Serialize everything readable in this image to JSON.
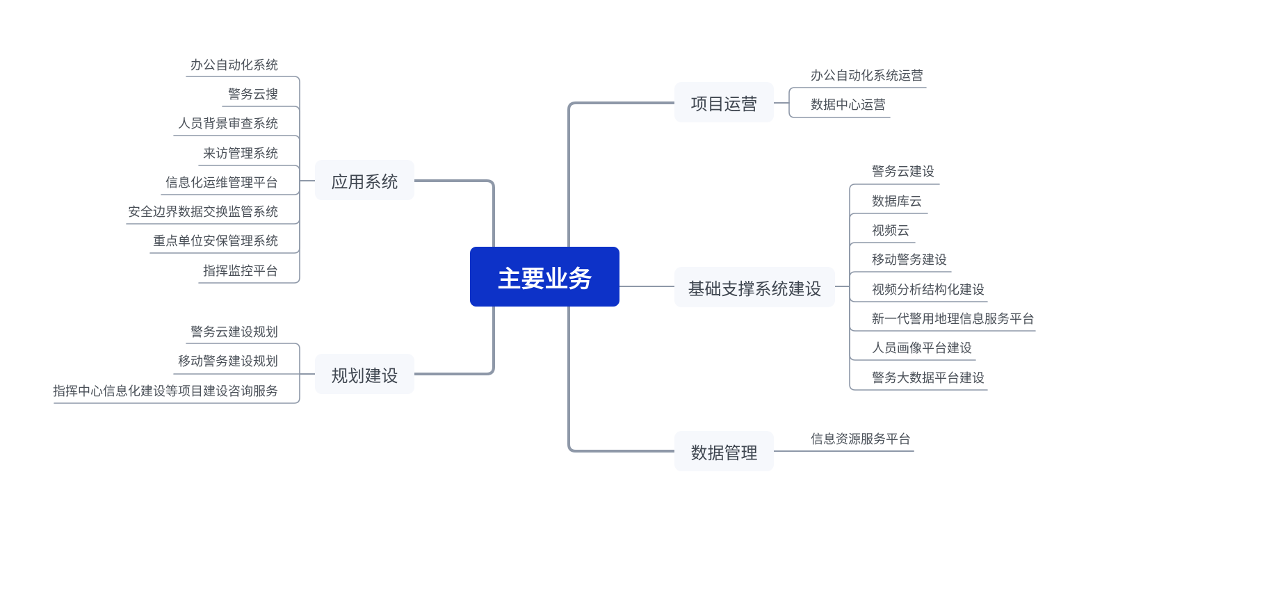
{
  "root": {
    "label": "主要业务"
  },
  "colors": {
    "root_fill": "#0d32c8",
    "topic_fill": "#f6f8fc",
    "line": "#8e98a8",
    "text": "#4a5058"
  },
  "topics": {
    "app_systems": {
      "label": "应用系统",
      "children": [
        "办公自动化系统",
        "警务云搜",
        "人员背景审查系统",
        "来访管理系统",
        "信息化运维管理平台",
        "安全边界数据交换监管系统",
        "重点单位安保管理系统",
        "指挥监控平台"
      ]
    },
    "planning": {
      "label": "规划建设",
      "children": [
        "警务云建设规划",
        "移动警务建设规划",
        "指挥中心信息化建设等项目建设咨询服务"
      ]
    },
    "operations": {
      "label": "项目运营",
      "children": [
        "办公自动化系统运营",
        "数据中心运营"
      ]
    },
    "infrastructure": {
      "label": "基础支撑系统建设",
      "children": [
        "警务云建设",
        "数据库云",
        "视频云",
        "移动警务建设",
        "视频分析结构化建设",
        "新一代警用地理信息服务平台",
        "人员画像平台建设",
        "警务大数据平台建设"
      ]
    },
    "data_mgmt": {
      "label": "数据管理",
      "children": [
        "信息资源服务平台"
      ]
    }
  }
}
